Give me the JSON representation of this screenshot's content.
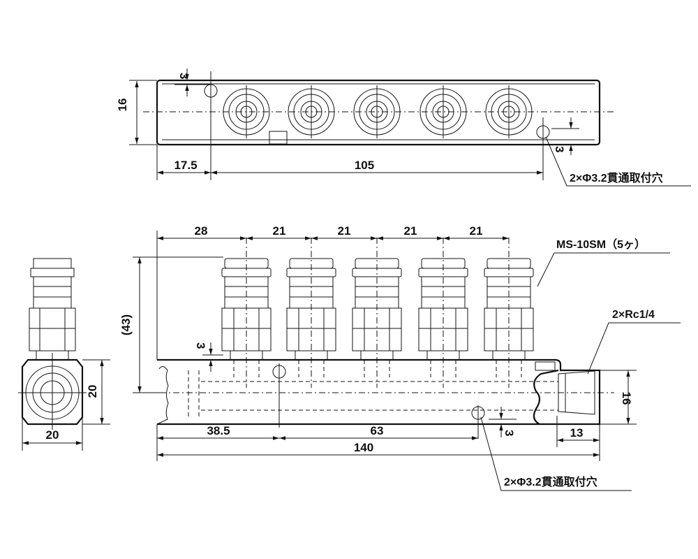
{
  "top_view": {
    "dims": {
      "d_3_top": "3",
      "d_16": "16",
      "d_3_right": "3",
      "d_17_5": "17.5",
      "d_105": "105"
    },
    "hole_label": "2×Φ3.2貫通取付穴"
  },
  "front_view": {
    "dims": {
      "d_28": "28",
      "d_21_a": "21",
      "d_21_b": "21",
      "d_21_c": "21",
      "d_21_d": "21",
      "d_43": "(43)",
      "d_3_left": "3",
      "d_16_right": "16",
      "d_38_5": "38.5",
      "d_63": "63",
      "d_140": "140",
      "d_13": "13",
      "d_3_bottom": "3"
    },
    "coupler_label": "MS-10SM（5ヶ）",
    "port_label": "2×Rc1/4",
    "hole_label": "2×Φ3.2貫通取付穴"
  },
  "side_view": {
    "dims": {
      "d_20_h": "20",
      "d_20_w": "20"
    }
  }
}
